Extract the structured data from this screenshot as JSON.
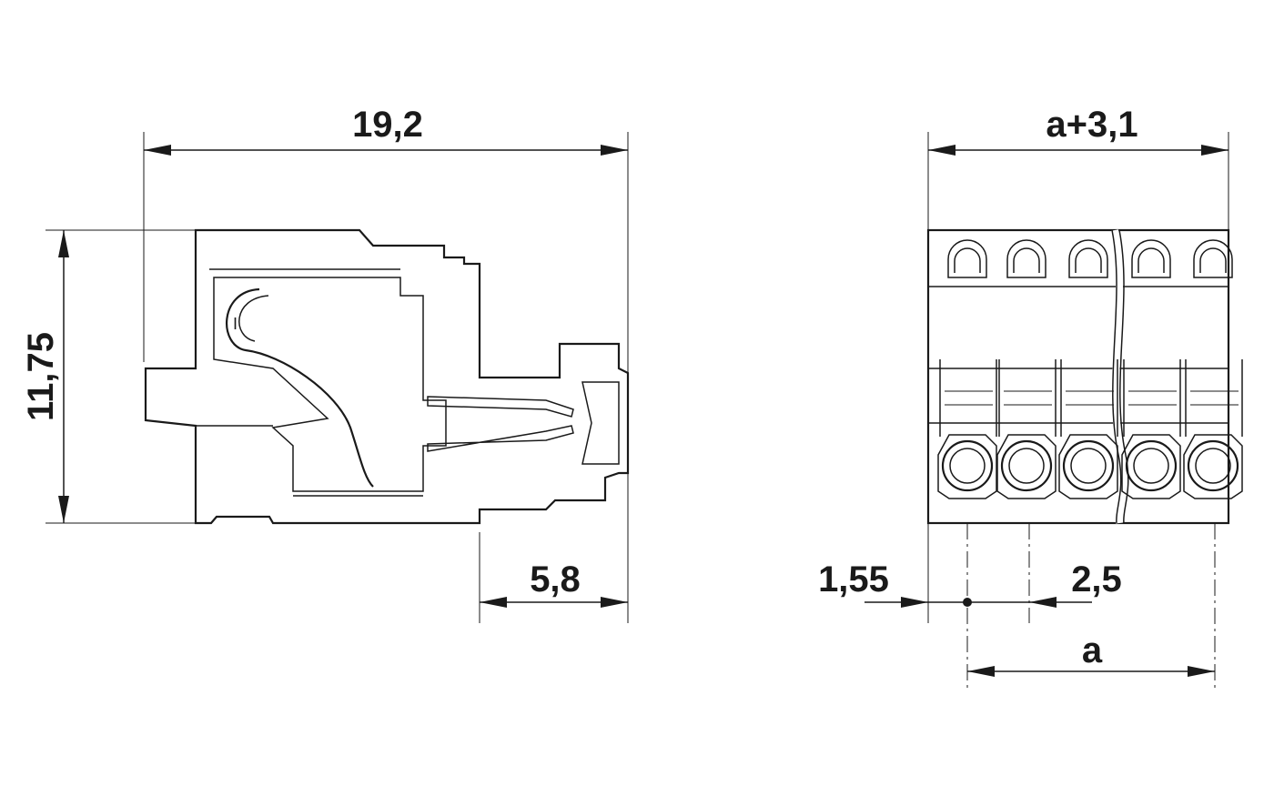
{
  "side_view": {
    "width_dim": "19,2",
    "height_dim": "11,75",
    "depth_dim": "5,8"
  },
  "front_view": {
    "width_dim": "a+3,1",
    "offset_dim": "1,55",
    "pitch_dim": "2,5",
    "span_dim": "a",
    "positions": 5
  },
  "colors": {
    "line": "#1a1a1a",
    "fill_gray": "#d9d9d9"
  }
}
